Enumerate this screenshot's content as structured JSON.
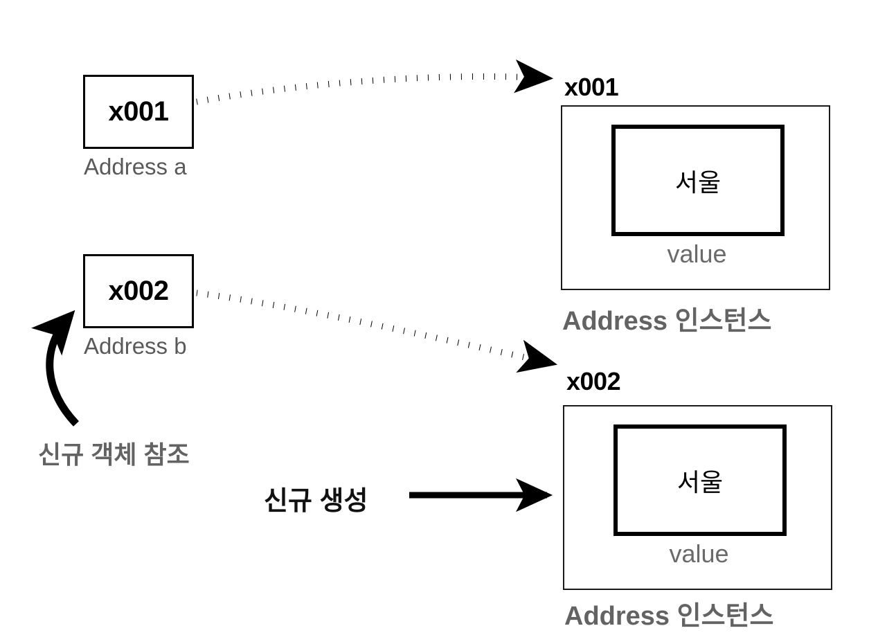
{
  "diagram": {
    "title": "Address reference reassignment diagram",
    "colors": {
      "stroke": "#000000",
      "box_border": "#1a1a1a",
      "muted_text": "#5a5a5c",
      "caption_text": "#636363",
      "value_label": "#6a6a6a",
      "background": "#ffffff"
    },
    "address_boxes": [
      {
        "id": "a",
        "value": "x001",
        "sublabel": "Address a"
      },
      {
        "id": "b",
        "value": "x002",
        "sublabel": "Address b"
      }
    ],
    "instances": [
      {
        "id": "inst1",
        "pointer_label": "x001",
        "value": "서울",
        "value_label": "value",
        "caption": "Address 인스턴스"
      },
      {
        "id": "inst2",
        "pointer_label": "x002",
        "value": "서울",
        "value_label": "value",
        "caption": "Address 인스턴스"
      }
    ],
    "annotations": [
      {
        "id": "new-ref",
        "text": "신규 객체 참조",
        "style": "muted-bold"
      },
      {
        "id": "new-create",
        "text": "신규 생성",
        "style": "dark-bold"
      }
    ],
    "connectors": [
      {
        "id": "ref-a-to-inst1",
        "kind": "dotted-curved-arrow",
        "from": "x001",
        "to": "x001-instance"
      },
      {
        "id": "ref-b-to-inst2",
        "kind": "dotted-curved-arrow",
        "from": "x002",
        "to": "x002-instance"
      },
      {
        "id": "rebind-curve",
        "kind": "solid-curved-arrow",
        "from": "신규 객체 참조",
        "to": "x002"
      },
      {
        "id": "create-straight",
        "kind": "solid-straight-arrow",
        "from": "신규 생성",
        "to": "x002-instance"
      }
    ]
  }
}
